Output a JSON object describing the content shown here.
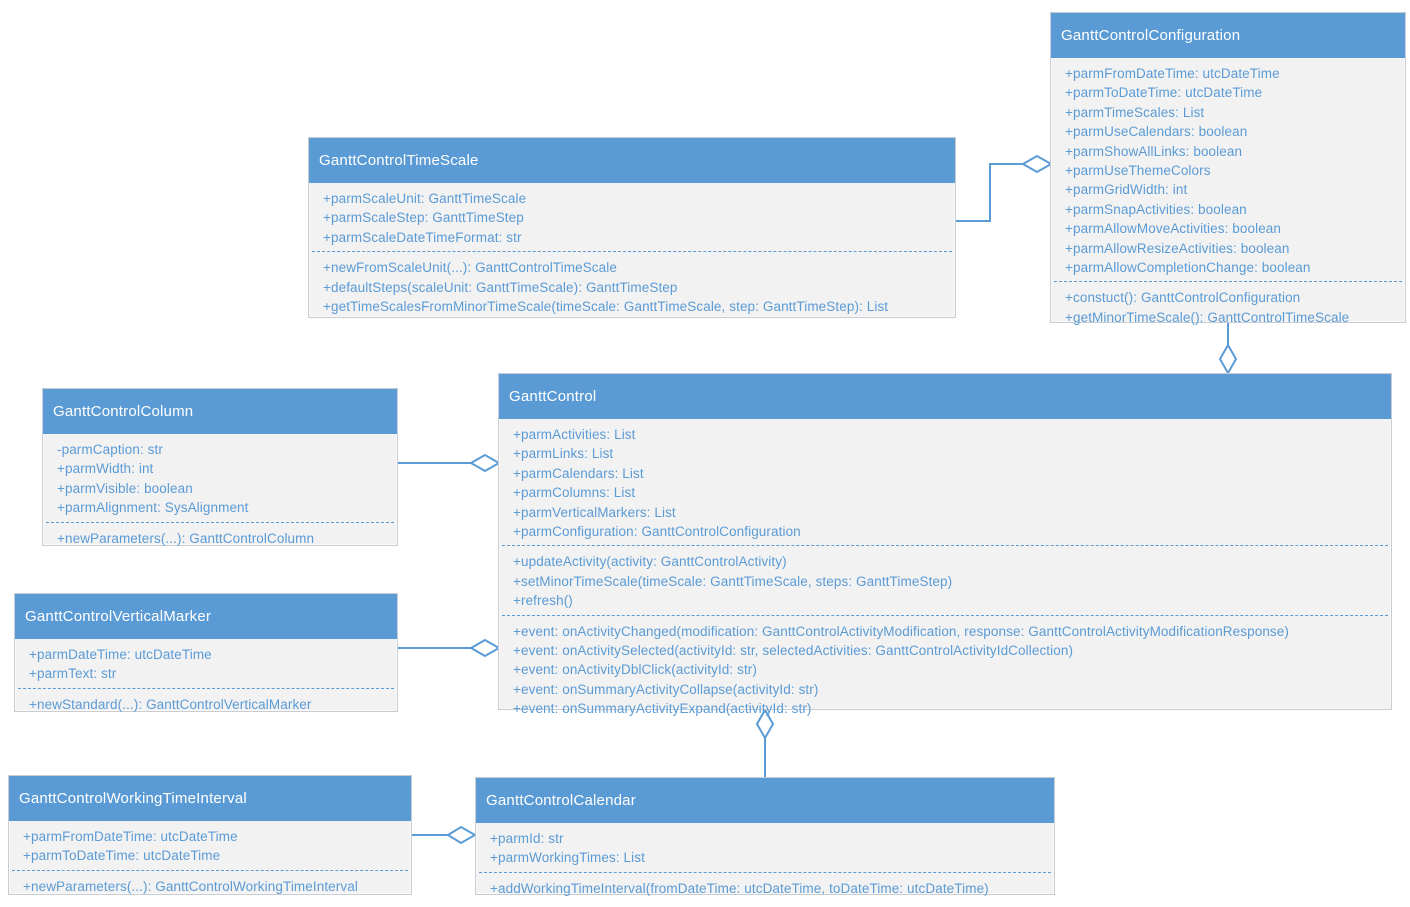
{
  "diagram": {
    "type": "uml-class-diagram",
    "colors": {
      "class_header_fill": "#5b9bd5",
      "class_header_text": "#ffffff",
      "class_body_fill": "#f2f2f2",
      "class_border": "#c9cdd1",
      "member_text": "#5b9bd5",
      "connector": "#5b9bd5"
    },
    "classes": {
      "configuration": {
        "title": "GanttControlConfiguration",
        "attributes": [
          "+parmFromDateTime: utcDateTime",
          "+parmToDateTime: utcDateTime",
          "+parmTimeScales: List",
          "+parmUseCalendars: boolean",
          "+parmShowAllLinks: boolean",
          "+parmUseThemeColors",
          "+parmGridWidth: int",
          "+parmSnapActivities: boolean",
          "+parmAllowMoveActivities: boolean",
          "+parmAllowResizeActivities: boolean",
          "+parmAllowCompletionChange: boolean"
        ],
        "methods": [
          "+constuct(): GanttControlConfiguration",
          "+getMinorTimeScale(): GanttControlTimeScale"
        ]
      },
      "timescale": {
        "title": "GanttControlTimeScale",
        "attributes": [
          "+parmScaleUnit: GanttTimeScale",
          "+parmScaleStep: GanttTimeStep",
          "+parmScaleDateTimeFormat: str"
        ],
        "methods": [
          "+newFromScaleUnit(...): GanttControlTimeScale",
          "+defaultSteps(scaleUnit: GanttTimeScale): GanttTimeStep",
          "+getTimeScalesFromMinorTimeScale(timeScale: GanttTimeScale, step: GanttTimeStep): List"
        ]
      },
      "column": {
        "title": "GanttControlColumn",
        "attributes": [
          "-parmCaption: str",
          "+parmWidth: int",
          "+parmVisible: boolean",
          "+parmAlignment: SysAlignment"
        ],
        "methods": [
          "+newParameters(...): GanttControlColumn"
        ]
      },
      "gantt_control": {
        "title": "GanttControl",
        "attributes": [
          "+parmActivities: List",
          "+parmLinks: List",
          "+parmCalendars: List",
          "+parmColumns: List",
          "+parmVerticalMarkers: List",
          "+parmConfiguration: GanttControlConfiguration"
        ],
        "methods": [
          "+updateActivity(activity: GanttControlActivity)",
          "+setMinorTimeScale(timeScale: GanttTimeScale, steps: GanttTimeStep)",
          "+refresh()"
        ],
        "events": [
          "+event: onActivityChanged(modification: GanttControlActivityModification, response: GanttControlActivityModificationResponse)",
          "+event: onActivitySelected(activityId: str, selectedActivities: GanttControlActivityIdCollection)",
          "+event: onActivityDblClick(activityId: str)",
          "+event: onSummaryActivityCollapse(activityId: str)",
          "+event: onSummaryActivityExpand(activityId: str)"
        ]
      },
      "vertical_marker": {
        "title": "GanttControlVerticalMarker",
        "attributes": [
          "+parmDateTime: utcDateTime",
          "+parmText: str"
        ],
        "methods": [
          "+newStandard(...): GanttControlVerticalMarker"
        ]
      },
      "working_time_interval": {
        "title": "GanttControlWorkingTimeInterval",
        "attributes": [
          "+parmFromDateTime: utcDateTime",
          "+parmToDateTime: utcDateTime"
        ],
        "methods": [
          "+newParameters(...): GanttControlWorkingTimeInterval"
        ]
      },
      "calendar": {
        "title": "GanttControlCalendar",
        "attributes": [
          "+parmId: str",
          "+parmWorkingTimes: List"
        ],
        "methods": [
          "+addWorkingTimeInterval(fromDateTime: utcDateTime, toDateTime: utcDateTime)"
        ]
      }
    },
    "relationships": [
      {
        "from": "GanttControlTimeScale",
        "to": "GanttControlConfiguration",
        "type": "aggregation",
        "diamond_at": "GanttControlConfiguration"
      },
      {
        "from": "GanttControlConfiguration",
        "to": "GanttControl",
        "type": "aggregation",
        "diamond_at": "GanttControl"
      },
      {
        "from": "GanttControlColumn",
        "to": "GanttControl",
        "type": "aggregation",
        "diamond_at": "GanttControl"
      },
      {
        "from": "GanttControlVerticalMarker",
        "to": "GanttControl",
        "type": "aggregation",
        "diamond_at": "GanttControl"
      },
      {
        "from": "GanttControlCalendar",
        "to": "GanttControl",
        "type": "aggregation",
        "diamond_at": "GanttControl"
      },
      {
        "from": "GanttControlWorkingTimeInterval",
        "to": "GanttControlCalendar",
        "type": "aggregation",
        "diamond_at": "GanttControlCalendar"
      }
    ]
  }
}
